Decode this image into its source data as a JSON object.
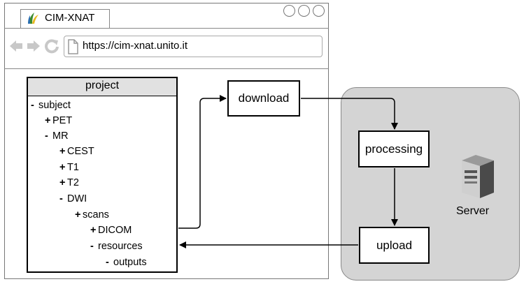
{
  "browser": {
    "tab_title": "CIM-XNAT",
    "url": "https://cim-xnat.unito.it"
  },
  "tree": {
    "title": "project",
    "nodes": [
      {
        "sign": "-",
        "label": "subject"
      },
      {
        "sign": "+",
        "label": "PET"
      },
      {
        "sign": "-",
        "label": "MR"
      },
      {
        "sign": "+",
        "label": "CEST"
      },
      {
        "sign": "+",
        "label": "T1"
      },
      {
        "sign": "+",
        "label": "T2"
      },
      {
        "sign": "-",
        "label": "DWI"
      },
      {
        "sign": "+",
        "label": "scans"
      },
      {
        "sign": "+",
        "label": "DICOM"
      },
      {
        "sign": "-",
        "label": "resources"
      },
      {
        "sign": "-",
        "label": "outputs"
      }
    ]
  },
  "flow": {
    "download": "download",
    "processing": "processing",
    "upload": "upload",
    "server": "Server"
  },
  "colors": {
    "server_panel": "#d4d4d4",
    "tree_header": "#e1e1e1"
  }
}
